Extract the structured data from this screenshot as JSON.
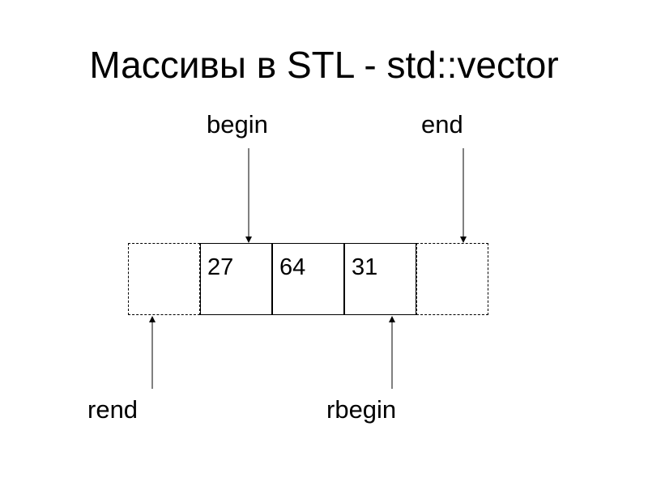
{
  "title": {
    "prefix": "Массивы в ",
    "stl": "STL",
    "suffix": " - std::vector"
  },
  "labels": {
    "begin": "begin",
    "end": "end",
    "rend": "rend",
    "rbegin": "rbegin"
  },
  "cells": {
    "values": [
      "27",
      "64",
      "31"
    ]
  },
  "colors": {
    "line": "#000000",
    "background": "#ffffff"
  }
}
